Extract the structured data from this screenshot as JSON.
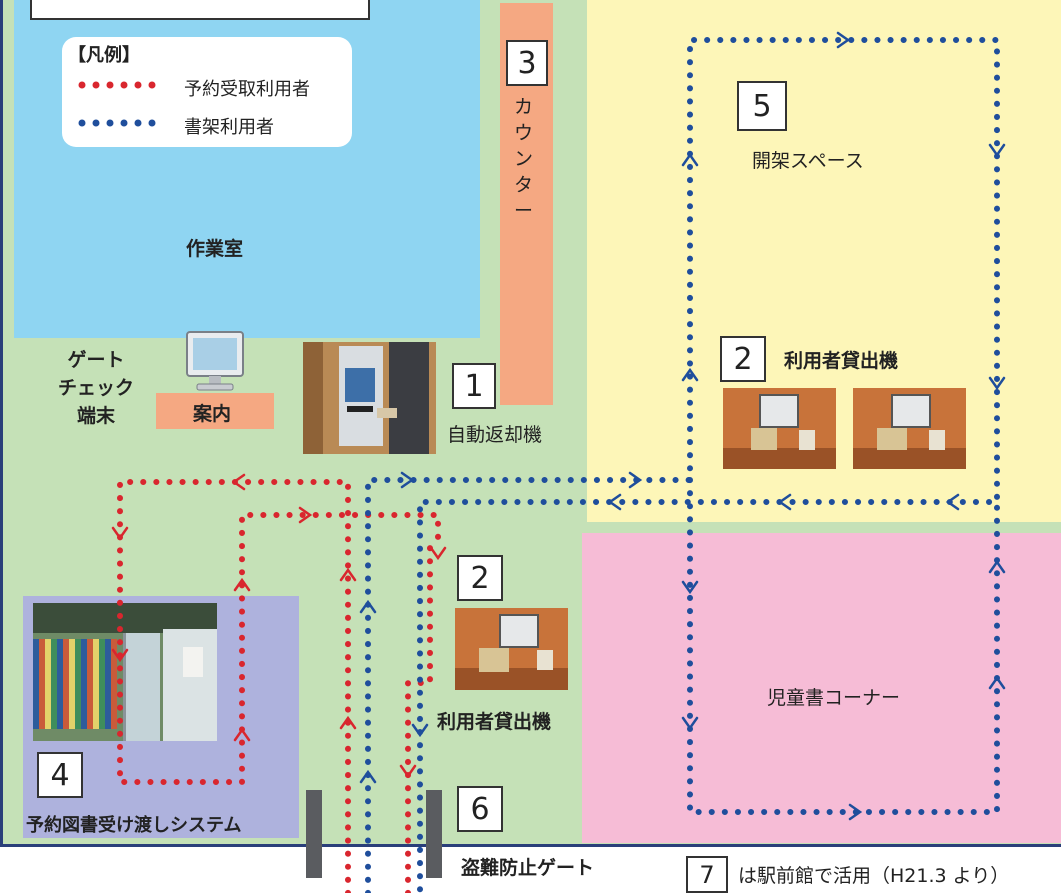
{
  "legend": {
    "title": "【凡例】",
    "reserve_label": "予約受取利用者",
    "shelf_label": "書架利用者"
  },
  "areas": {
    "workroom": "作業室",
    "counter": "カウンター",
    "open_stacks": "開架スペース",
    "children_corner": "児童書コーナー",
    "gate_check_terminal": "ゲート\nチェック\n端末",
    "info_desk": "案内",
    "auto_return": "自動返却機",
    "self_checkout_right": "利用者貸出機",
    "self_checkout_left": "利用者貸出機",
    "reserve_handover": "予約図書受け渡しシステム",
    "security_gate": "盗難防止ゲート",
    "footnote": "は駅前館で活用（H21.3 より）"
  },
  "numbers": {
    "counter": "3",
    "open_stacks": "5",
    "auto_return": "1",
    "self_checkout_right": "2",
    "self_checkout_left": "2",
    "reserve_handover": "4",
    "security_gate": "6",
    "footnote": "7"
  },
  "colors": {
    "reserve_route": "#d9262e",
    "shelf_route": "#1f4e9c",
    "workroom_bg": "#8fd5f2",
    "main_floor_bg": "#c5e1b7",
    "open_stacks_bg": "#fdf6b8",
    "children_bg": "#f6bcd6",
    "counter_bg": "#f5a882",
    "reserve_area_bg": "#aeb2dd"
  }
}
